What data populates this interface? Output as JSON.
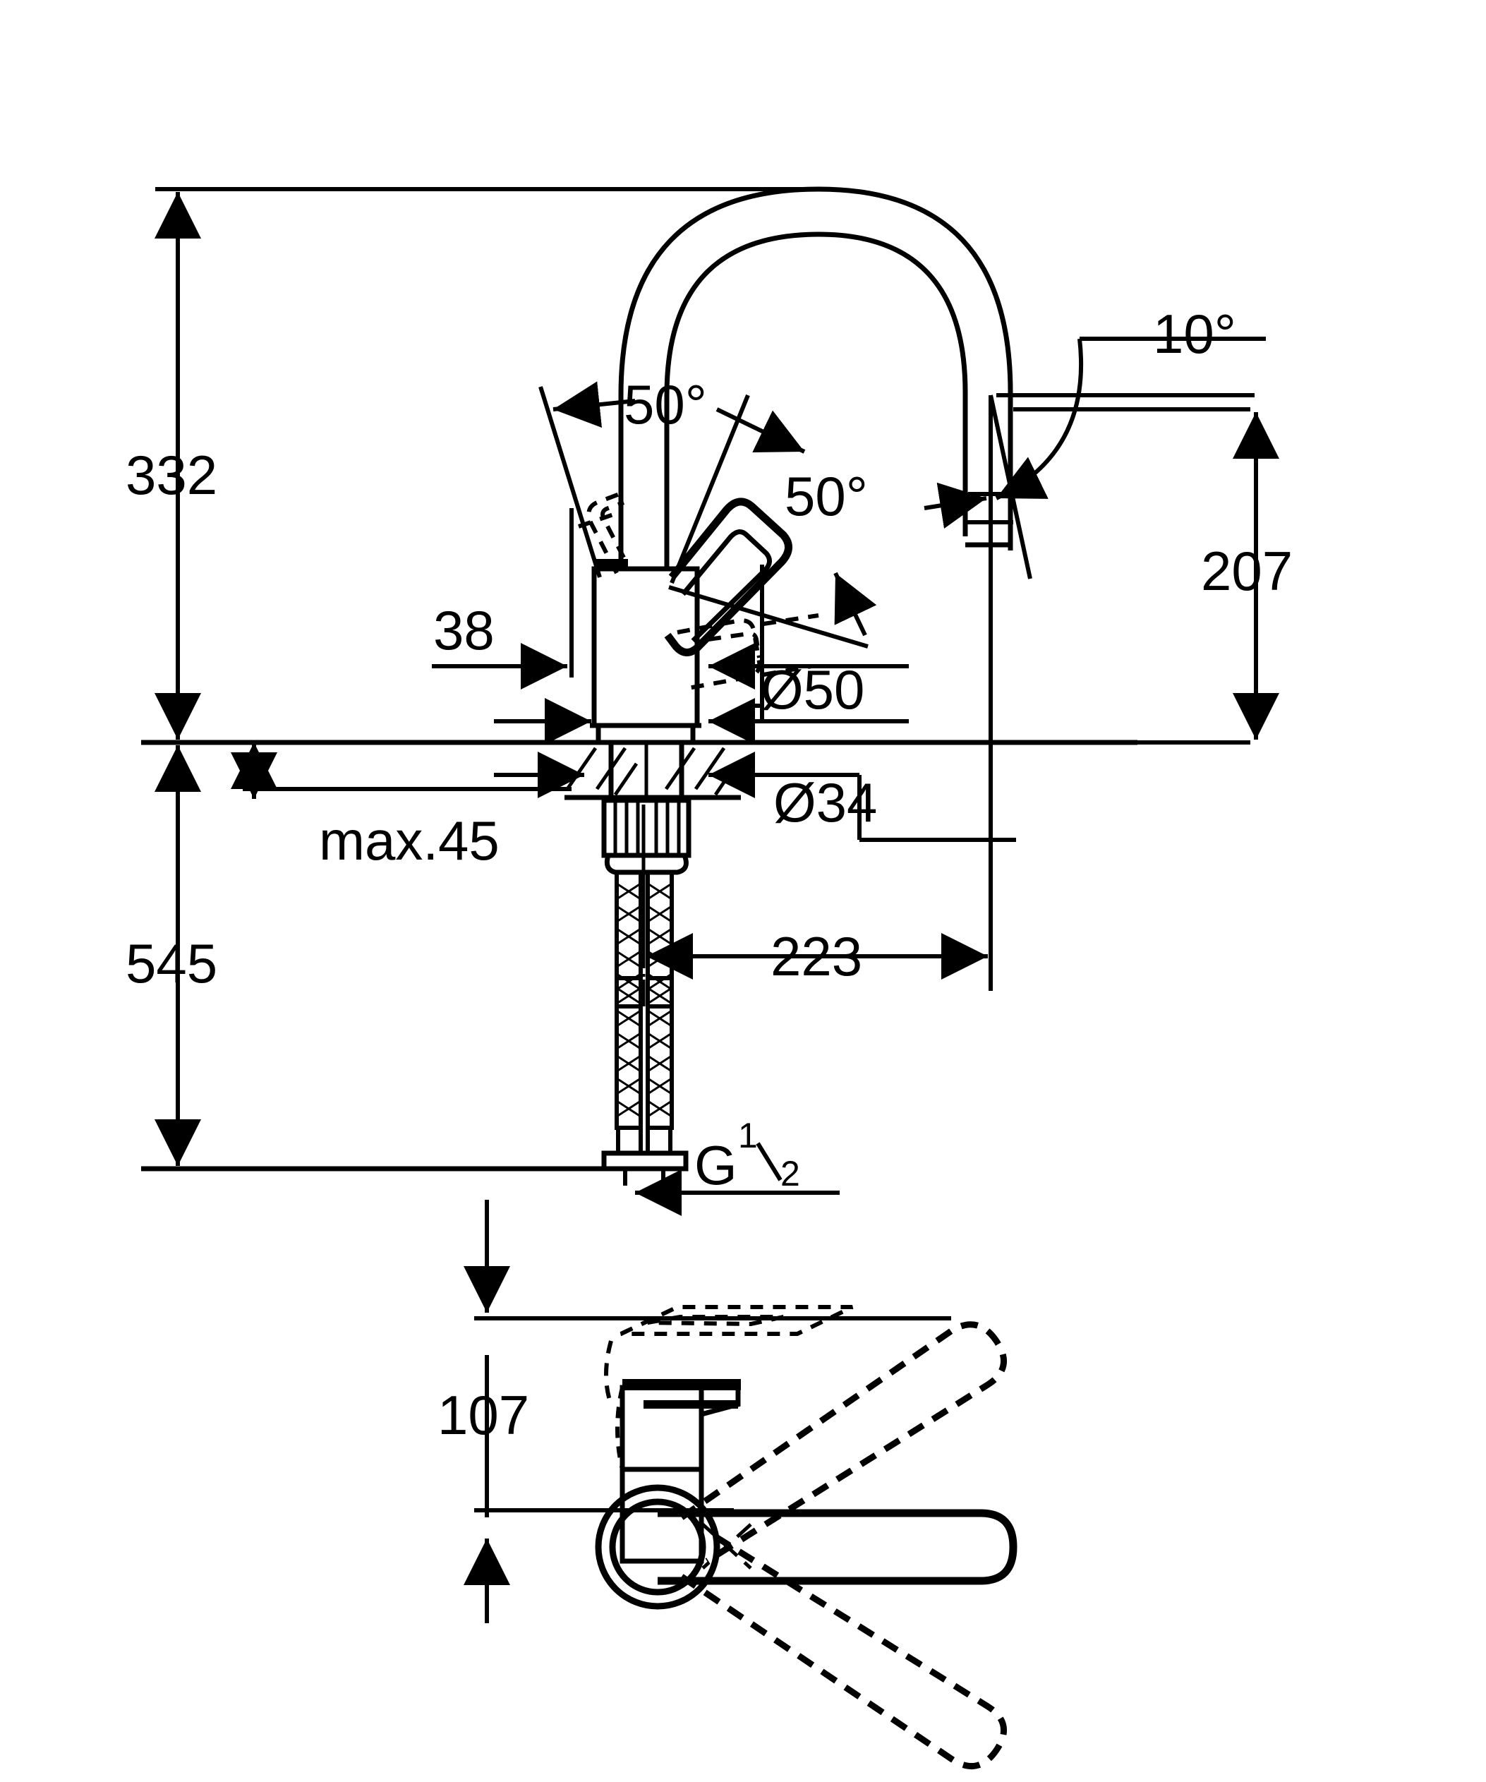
{
  "drawing": {
    "title": "Single-lever kitchen sink mixer dimensional drawing",
    "units": "mm",
    "background_color": "#ffffff",
    "line_color": "#000000",
    "views": [
      {
        "name": "side-elevation",
        "label": ""
      },
      {
        "name": "top-plan-lever-swivel",
        "label": ""
      }
    ]
  },
  "dimensions": {
    "overall_height_above_counter": "332",
    "spout_outlet_height": "207",
    "spout_reach": "223",
    "body_offset": "38",
    "body_diameter": "Ø50",
    "shank_diameter": "Ø34",
    "max_counter_thickness": "max.45",
    "below_counter_length": "545",
    "thread_size_g": "G",
    "thread_size_numerator": "1",
    "thread_size_denominator": "2",
    "lever_clearance": "107"
  },
  "angles": {
    "lever_swing_left": "50°",
    "lever_swing_right": "50°",
    "spout_outlet_tilt": "10°"
  },
  "callouts": [
    {
      "name": "overall-height",
      "value": "332"
    },
    {
      "name": "outlet-height",
      "value": "207"
    },
    {
      "name": "spout-reach",
      "value": "223"
    },
    {
      "name": "body-offset",
      "value": "38"
    },
    {
      "name": "body-diameter",
      "value": "Ø50"
    },
    {
      "name": "shank-diameter",
      "value": "Ø34"
    },
    {
      "name": "max-counter-thickness",
      "value": "max.45"
    },
    {
      "name": "below-counter-length",
      "value": "545"
    },
    {
      "name": "lever-clearance",
      "value": "107"
    },
    {
      "name": "lever-angle-left",
      "value": "50°"
    },
    {
      "name": "lever-angle-right",
      "value": "50°"
    },
    {
      "name": "outlet-angle",
      "value": "10°"
    }
  ]
}
